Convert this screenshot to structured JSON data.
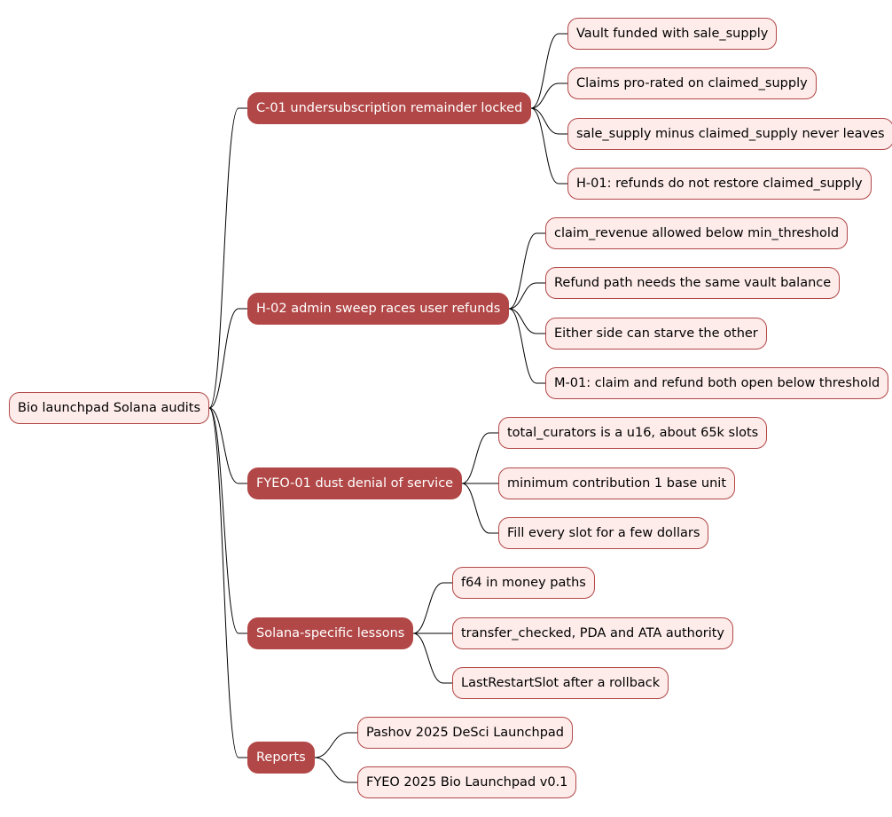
{
  "root": {
    "label": "Bio launchpad Solana audits"
  },
  "branches": [
    {
      "label": "C-01 undersubscription remainder locked",
      "children": [
        "Vault funded with sale_supply",
        "Claims pro-rated on claimed_supply",
        "sale_supply minus claimed_supply never leaves",
        "H-01: refunds do not restore claimed_supply"
      ]
    },
    {
      "label": "H-02 admin sweep races user refunds",
      "children": [
        "claim_revenue allowed below min_threshold",
        "Refund path needs the same vault balance",
        "Either side can starve the other",
        "M-01: claim and refund both open below threshold"
      ]
    },
    {
      "label": "FYEO-01 dust denial of service",
      "children": [
        "total_curators is a u16, about 65k slots",
        "minimum contribution 1 base unit",
        "Fill every slot for a few dollars"
      ]
    },
    {
      "label": "Solana-specific lessons",
      "children": [
        "f64 in money paths",
        "transfer_checked, PDA and ATA authority",
        "LastRestartSlot after a rollback"
      ]
    },
    {
      "label": "Reports",
      "children": [
        "Pashov 2025 DeSci Launchpad",
        "FYEO 2025 Bio Launchpad v0.1"
      ]
    }
  ],
  "colors": {
    "node_fill": "#fdecea",
    "node_border": "#b24747",
    "branch_fill": "#b24747",
    "branch_text": "#ffffff",
    "line": "#000000"
  }
}
